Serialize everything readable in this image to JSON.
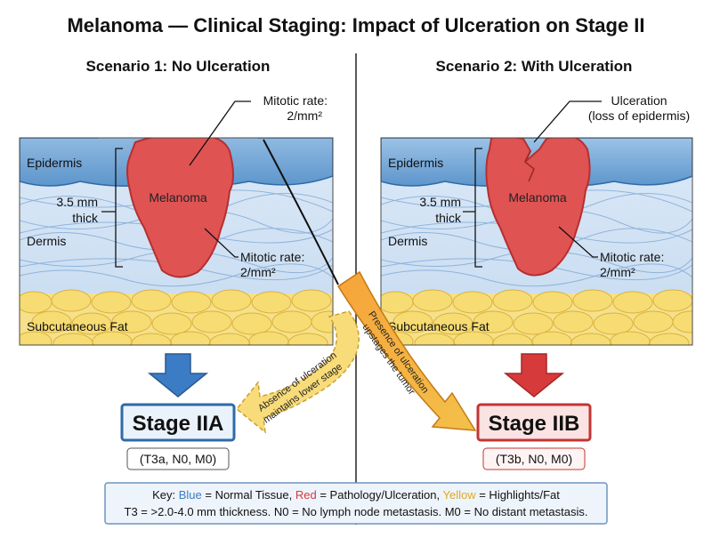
{
  "title": "Melanoma — Clinical Staging: Impact of Ulceration on Stage II",
  "scenario1": {
    "heading": "Scenario 1: No Ulceration",
    "mitotic_top": [
      "Mitotic rate:",
      "2/mm²"
    ],
    "epidermis": "Epidermis",
    "thickness": [
      "3.5 mm",
      "thick"
    ],
    "dermis": "Dermis",
    "tumor": "Melanoma",
    "mitotic_side": [
      "Mitotic rate:",
      "2/mm²"
    ],
    "fat": "Subcutaneous Fat",
    "stage": "Stage IIA",
    "code": "(T3a, N0, M0)"
  },
  "scenario2": {
    "heading": "Scenario 2: With Ulceration",
    "ulceration": [
      "Ulceration",
      "(loss of epidermis)"
    ],
    "epidermis": "Epidermis",
    "thickness": [
      "3.5 mm",
      "thick"
    ],
    "dermis": "Dermis",
    "tumor": "Melanoma",
    "mitotic_side": [
      "Mitotic rate:",
      "2/mm²"
    ],
    "fat": "Subcutaneous Fat",
    "stage": "Stage IIB",
    "code": "(T3b, N0, M0)"
  },
  "arrows": {
    "absence": [
      "Absence of ulceration",
      "maintains lower stage"
    ],
    "presence": [
      "Presence of ulceration",
      "upstages the tumor"
    ]
  },
  "key": {
    "prefix": "Key: ",
    "blue_word": "Blue",
    "blue_text": " = Normal Tissue, ",
    "red_word": "Red",
    "red_text": " = Pathology/Ulceration, ",
    "yellow_word": "Yellow",
    "yellow_text": " = Highlights/Fat",
    "line2": "T3 = >2.0-4.0 mm thickness. N0 = No lymph node metastasis. M0 = No distant metastasis."
  },
  "colors": {
    "blue": "#3b7cc4",
    "red": "#d63a3a",
    "yellow": "#f2b632"
  }
}
